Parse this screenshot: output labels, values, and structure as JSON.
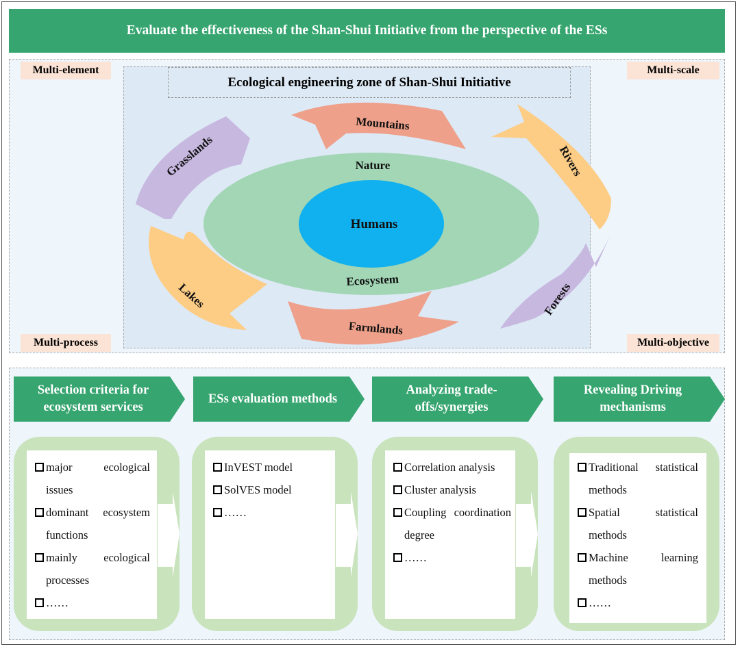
{
  "banner": {
    "title": "Evaluate the effectiveness of the Shan-Shui Initiative from the perspective of the ESs"
  },
  "tags": {
    "top_left": "Multi-element",
    "top_right": "Multi-scale",
    "bottom_left": "Multi-process",
    "bottom_right": "Multi-objective"
  },
  "zone": {
    "title": "Ecological engineering zone of Shan-Shui Initiative",
    "outer_ellipse_top": "Nature",
    "outer_ellipse_bottom": "Ecosystem",
    "inner_ellipse": "Humans",
    "arrows": [
      {
        "label": "Mountains",
        "color": "#eea08a"
      },
      {
        "label": "Rivers",
        "color": "#fdcd86"
      },
      {
        "label": "Forests",
        "color": "#c7b8e0"
      },
      {
        "label": "Farmlands",
        "color": "#eea08a"
      },
      {
        "label": "Lakes",
        "color": "#fdcd86"
      },
      {
        "label": "Grasslands",
        "color": "#c7b8e0"
      }
    ]
  },
  "colors": {
    "banner_green": "#36a56f",
    "card_green": "#c9e3bd",
    "nature_green": "#a2d6b5",
    "humans_blue": "#11b0ef",
    "tag_bg": "#fbe3d5"
  },
  "steps": [
    {
      "label": "Selection criteria for ecosystem services",
      "items": [
        {
          "text": "major ecological issues"
        },
        {
          "text": "dominant ecosystem functions"
        },
        {
          "text": "mainly ecological processes"
        },
        {
          "text": "……"
        }
      ]
    },
    {
      "label": "ESs evaluation methods",
      "items": [
        {
          "text": "InVEST model"
        },
        {
          "text": "SolVES model"
        },
        {
          "text": "……"
        }
      ]
    },
    {
      "label": "Analyzing trade-offs/synergies",
      "items": [
        {
          "text": "Correlation analysis"
        },
        {
          "text": "Cluster analysis"
        },
        {
          "text": "Coupling coordination degree"
        },
        {
          "text": "……"
        }
      ]
    },
    {
      "label": "Revealing Driving mechanisms",
      "items": [
        {
          "text": "Traditional statistical methods"
        },
        {
          "text": "Spatial statistical methods"
        },
        {
          "text": "Machine learning methods"
        },
        {
          "text": "……"
        }
      ]
    }
  ]
}
